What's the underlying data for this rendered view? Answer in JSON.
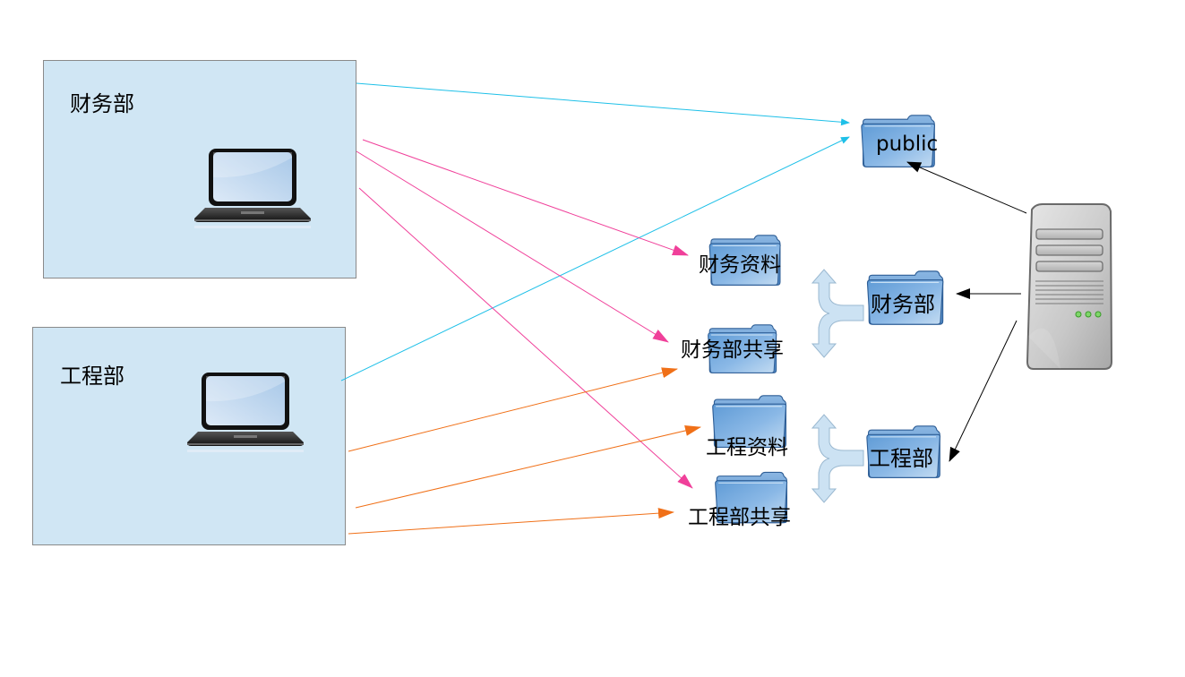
{
  "departments": [
    {
      "id": "finance",
      "label": "财务部"
    },
    {
      "id": "engineering",
      "label": "工程部"
    }
  ],
  "folders": {
    "public": "public",
    "finance_data": "财务资料",
    "finance_share": "财务部共享",
    "finance_dept": "财务部",
    "eng_data": "工程资料",
    "eng_share": "工程部共享",
    "eng_dept": "工程部"
  },
  "colors": {
    "public_access": "#1ec0e8",
    "finance_access": "#f0409a",
    "engineering_access": "#f07018",
    "server_link": "#000000",
    "box_fill": "#d0e6f4"
  },
  "connections": [
    {
      "from": "财务部",
      "to": "public",
      "color": "public_access"
    },
    {
      "from": "工程部",
      "to": "public",
      "color": "public_access"
    },
    {
      "from": "财务部",
      "to": "财务资料",
      "color": "finance_access"
    },
    {
      "from": "财务部",
      "to": "财务部共享",
      "color": "finance_access"
    },
    {
      "from": "财务部",
      "to": "工程部共享",
      "color": "finance_access"
    },
    {
      "from": "工程部",
      "to": "财务部共享",
      "color": "engineering_access"
    },
    {
      "from": "工程部",
      "to": "工程资料",
      "color": "engineering_access"
    },
    {
      "from": "工程部",
      "to": "工程部共享",
      "color": "engineering_access"
    },
    {
      "from": "server",
      "to": "public",
      "color": "server_link"
    },
    {
      "from": "server",
      "to": "财务部",
      "color": "server_link"
    },
    {
      "from": "server",
      "to": "工程部",
      "color": "server_link"
    }
  ]
}
